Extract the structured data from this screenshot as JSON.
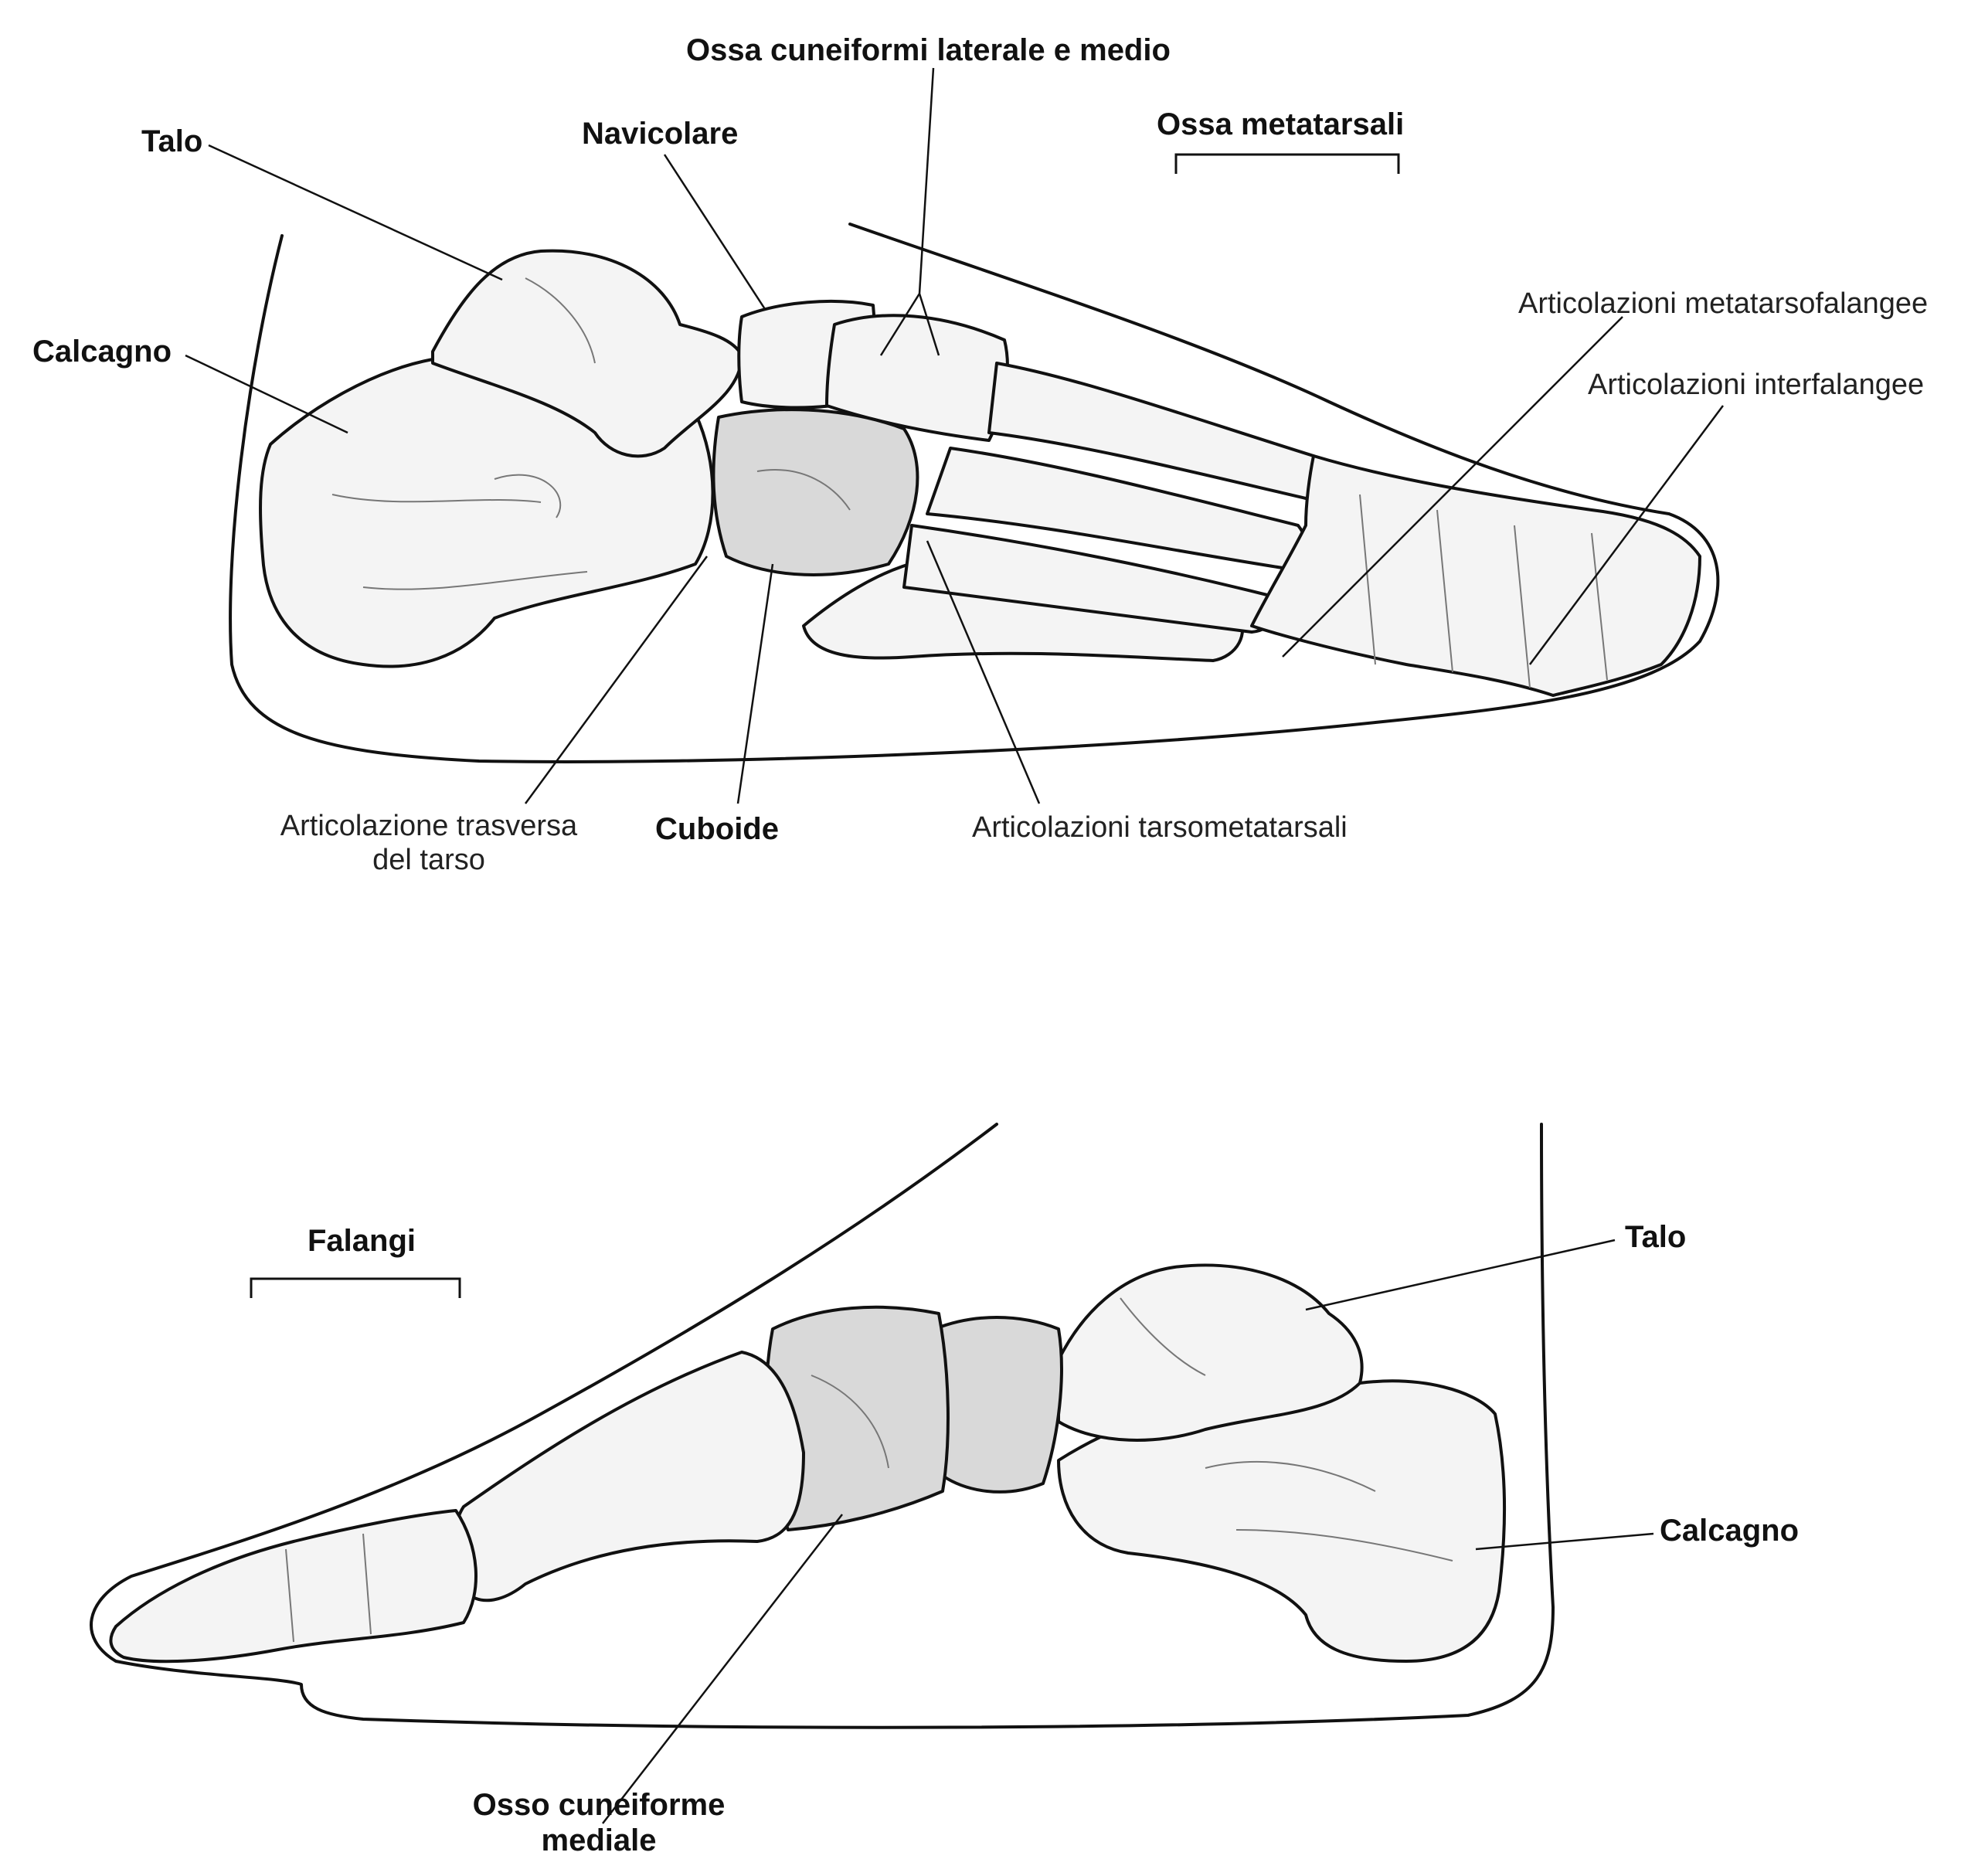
{
  "top_view": {
    "labels": {
      "talo": "Talo",
      "calcagno": "Calcagno",
      "navicolare": "Navicolare",
      "cuneiformi": "Ossa cuneiformi laterale e medio",
      "metatarsali": "Ossa metatarsali",
      "metatarsofalangee": "Articolazioni metatarsofalangee",
      "interfalangee": "Articolazioni interfalangee",
      "trasversa_line1": "Articolazione trasversa",
      "trasversa_line2": "del tarso",
      "cuboide": "Cuboide",
      "tarsometatarsali": "Articolazioni tarsometatarsali"
    }
  },
  "bottom_view": {
    "labels": {
      "falangi": "Falangi",
      "talo": "Talo",
      "calcagno": "Calcagno",
      "cuneiforme_line1": "Osso cuneiforme",
      "cuneiforme_line2": "mediale"
    }
  }
}
